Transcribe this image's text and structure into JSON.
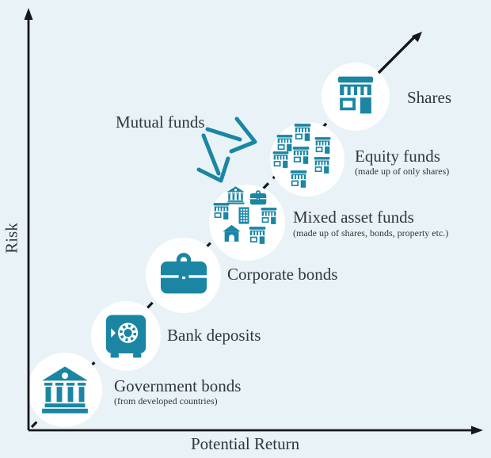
{
  "colors": {
    "background": "#e9f2f6",
    "teal": "#1a86a4",
    "text": "#32373c",
    "axis": "#15171a"
  },
  "axes": {
    "y_label": "Risk",
    "x_label": "Potential Return"
  },
  "annotation": {
    "label": "Mutual funds"
  },
  "nodes": [
    {
      "name": "government-bonds",
      "label": "Government bonds",
      "sublabel": "(from developed countries)",
      "icon": "bank-building-icon"
    },
    {
      "name": "bank-deposits",
      "label": "Bank deposits",
      "sublabel": "",
      "icon": "safe-icon"
    },
    {
      "name": "corporate-bonds",
      "label": "Corporate bonds",
      "sublabel": "",
      "icon": "briefcase-icon"
    },
    {
      "name": "mixed-asset-funds",
      "label": "Mixed asset funds",
      "sublabel": "(made up of shares, bonds, property etc.)",
      "icon": "mixed-asset-cluster"
    },
    {
      "name": "equity-funds",
      "label": "Equity funds",
      "sublabel": "(made up of only shares)",
      "icon": "storefront-cluster"
    },
    {
      "name": "shares",
      "label": "Shares",
      "sublabel": "",
      "icon": "storefront-icon"
    }
  ]
}
